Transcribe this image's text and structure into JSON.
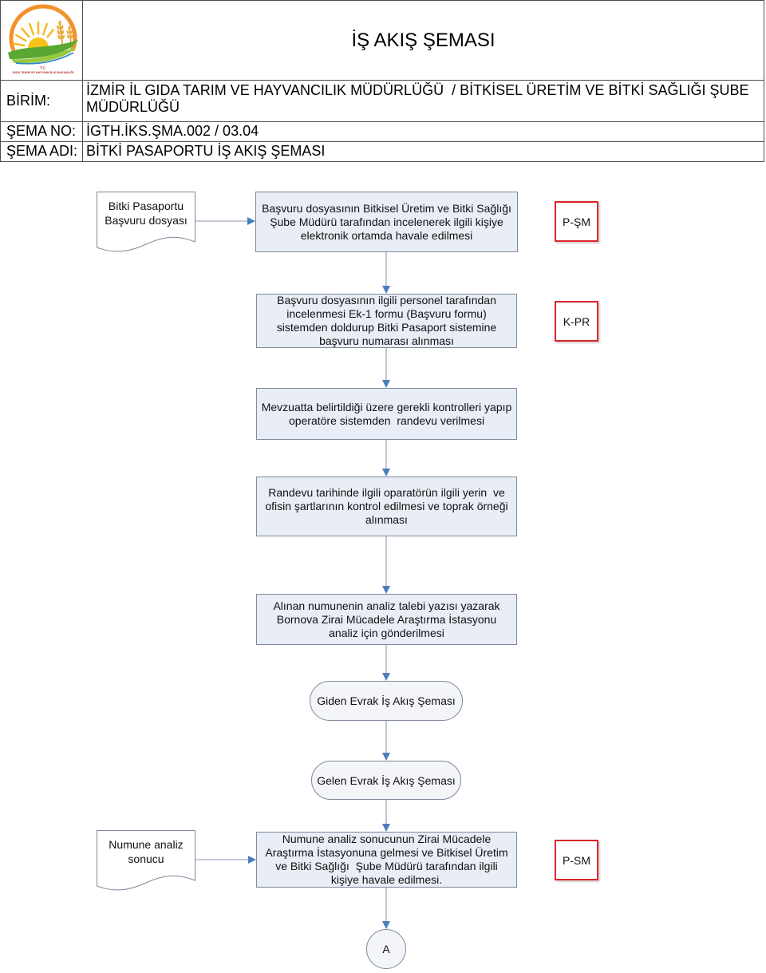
{
  "header": {
    "logo": {
      "line1": "T.C.",
      "line2": "GIDA TARIM VE HAYVANCILIK BAKANLIĞI"
    },
    "title": "İŞ AKIŞ ŞEMASI",
    "unit_label": "BİRİM:",
    "unit_value": "İZMİR İL GIDA TARIM VE HAYVANCILIK MÜDÜRLÜĞÜ  / BİTKİSEL ÜRETİM VE BİTKİ SAĞLIĞI ŞUBE MÜDÜRLÜĞÜ",
    "scheme_no_label": "ŞEMA NO:",
    "scheme_no_value": "İGTH.İKS.ŞMA.002 / 03.04",
    "scheme_name_label": "ŞEMA ADI:",
    "scheme_name_value": "BİTKİ PASAPORTU İŞ AKIŞ ŞEMASI"
  },
  "flow": {
    "documents": [
      "Bitki Pasaportu\nBaşvuru dosyası",
      "Numune analiz\nsonucu"
    ],
    "steps": [
      "Başvuru dosyasının Bitkisel Üretim ve Bitki Sağlığı\nŞube Müdürü tarafından incelenerek ilgili kişiye\nelektronik ortamda havale edilmesi",
      "Başvuru dosyasının ilgili personel tarafından\nincelenmesi Ek-1 formu (Başvuru formu)\nsistemden doldurup Bitki Pasaport sistemine\nbaşvuru numarası alınması",
      "Mevzuatta belirtildiği üzere gerekli kontrolleri yapıp\noperatöre sistemden  randevu verilmesi",
      "Randevu tarihinde ilgili oparatörün ilgili yerin  ve\nofisin şartlarının kontrol edilmesi ve toprak örneği\nalınması",
      "Alınan numunenin analiz talebi yazısı yazarak\nBornova Zirai Mücadele Araştırma İstasyonu\nanaliz için gönderilmesi",
      "Numune analiz sonucunun Zirai Mücadele\nAraştırma İstasyonuna gelmesi ve Bitkisel Üretim\nve Bitki Sağlığı  Şube Müdürü tarafından ilgili\nkişiye havale edilmesi."
    ],
    "responsible": [
      "P-ŞM",
      "K-PR",
      "P-SM"
    ],
    "terminators": [
      "Giden Evrak İş Akış Şeması",
      "Gelen Evrak İş Akış Şeması"
    ],
    "connector": "A"
  },
  "colors": {
    "process_fill": "#e9edf5",
    "process_border": "#7f8a9c",
    "terminator_fill": "#f3f5f9",
    "arrow_head": "#4a7ebb",
    "arrow_line": "#a2acbc",
    "responsible_border": "#d9262c",
    "logo_orange": "#f3912a",
    "logo_green": "#5aa832"
  }
}
